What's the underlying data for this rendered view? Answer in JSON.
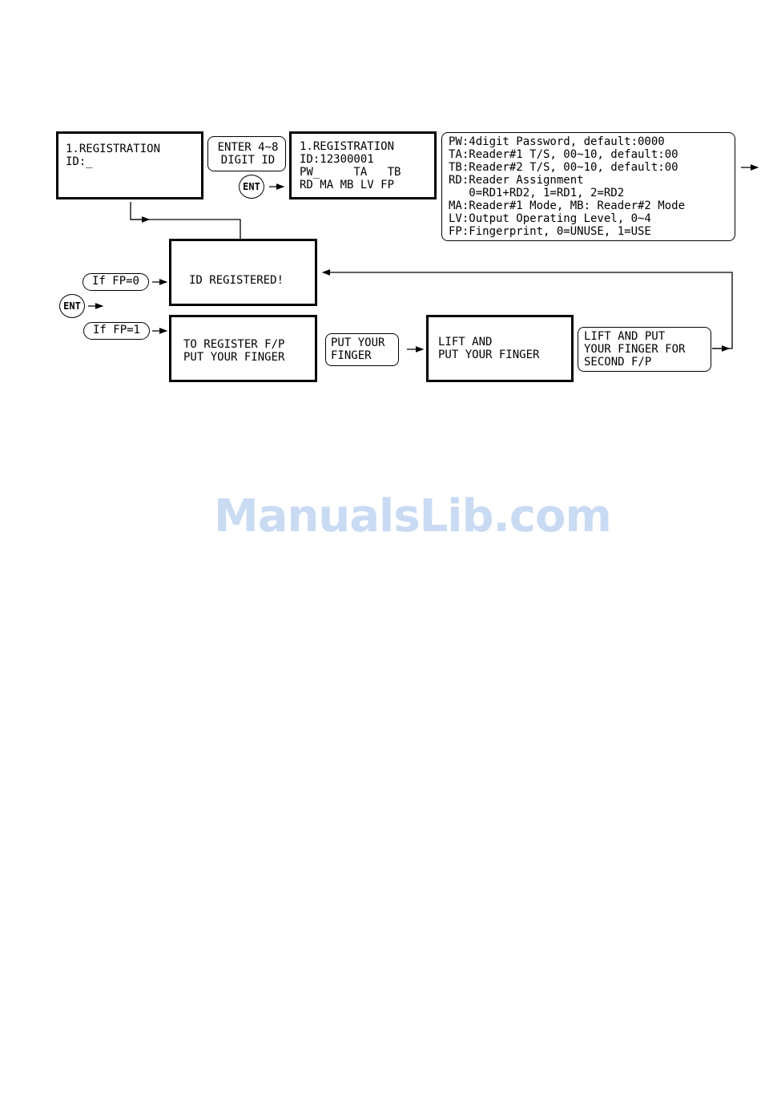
{
  "screen_registration": {
    "lines": [
      "1.REGISTRATION",
      "ID:_"
    ]
  },
  "prompt_enter_id": {
    "lines": [
      "ENTER 4~8",
      "DIGIT ID"
    ]
  },
  "key_ent": "ENT",
  "screen_registration_fields": {
    "lines": [
      "1.REGISTRATION",
      "ID:12300001",
      "PW_     TA   TB",
      "RD MA MB LV FP"
    ]
  },
  "legend": {
    "lines": [
      "PW:4digit Password, default:0000",
      "TA:Reader#1 T/S, 00~10, default:00",
      "TB:Reader#2 T/S, 00~10, default:00",
      "RD:Reader Assignment",
      "   0=RD1+RD2, 1=RD1, 2=RD2",
      "MA:Reader#1 Mode, MB: Reader#2 Mode",
      "LV:Output Operating Level, 0~4",
      "FP:Fingerprint, 0=UNUSE, 1=USE"
    ]
  },
  "condition_fp0": "If FP=0",
  "condition_fp1": "If FP=1",
  "screen_id_registered": "ID REGISTERED!",
  "screen_register_fp": {
    "lines": [
      "TO REGISTER F/P",
      "PUT YOUR FINGER"
    ]
  },
  "action_put_finger": {
    "lines": [
      "PUT YOUR",
      "FINGER"
    ]
  },
  "screen_lift_put": {
    "lines": [
      "LIFT AND",
      "PUT YOUR FINGER"
    ]
  },
  "action_lift_put_second": {
    "lines": [
      "LIFT AND PUT",
      "YOUR FINGER FOR",
      "SECOND F/P"
    ]
  },
  "watermark": "ManualsLib.com"
}
